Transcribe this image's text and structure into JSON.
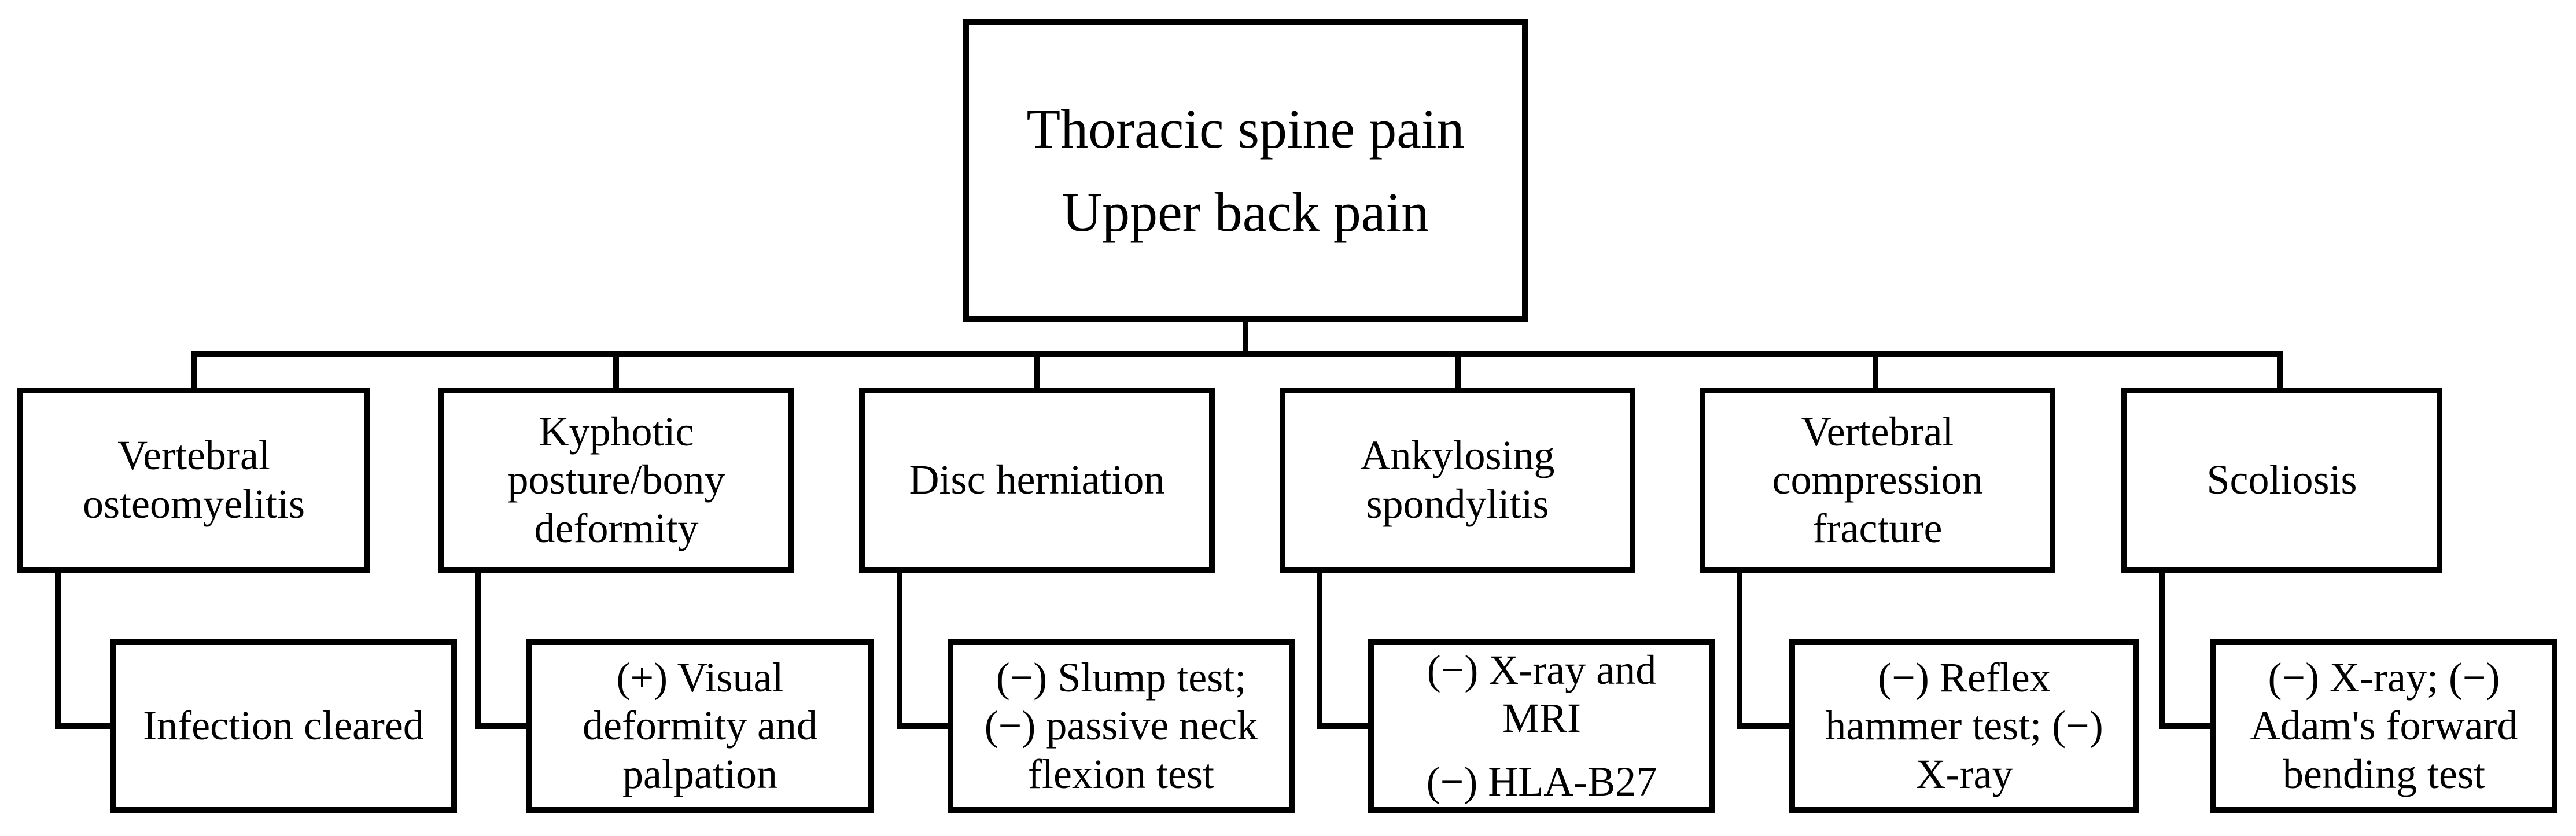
{
  "root": {
    "lines": [
      "Thoracic spine pain",
      "Upper back pain"
    ]
  },
  "diagnoses": [
    {
      "lines": [
        "Vertebral",
        "osteomyelitis"
      ],
      "finding": [
        "Infection cleared"
      ]
    },
    {
      "lines": [
        "Kyphotic",
        "posture/bony",
        "deformity"
      ],
      "finding": [
        "(+) Visual",
        "deformity and",
        "palpation"
      ]
    },
    {
      "lines": [
        "Disc herniation"
      ],
      "finding": [
        "(−) Slump test;",
        "(−) passive neck",
        "flexion test"
      ]
    },
    {
      "lines": [
        "Ankylosing",
        "spondylitis"
      ],
      "finding": [
        "(−) X-ray and",
        "MRI",
        "(−) HLA-B27"
      ]
    },
    {
      "lines": [
        "Vertebral",
        "compression",
        "fracture"
      ],
      "finding": [
        "(−) Reflex",
        "hammer test; (−)",
        "X-ray"
      ]
    },
    {
      "lines": [
        "Scoliosis"
      ],
      "finding": [
        "(−) X-ray; (−)",
        "Adam's forward",
        "bending test"
      ]
    }
  ]
}
